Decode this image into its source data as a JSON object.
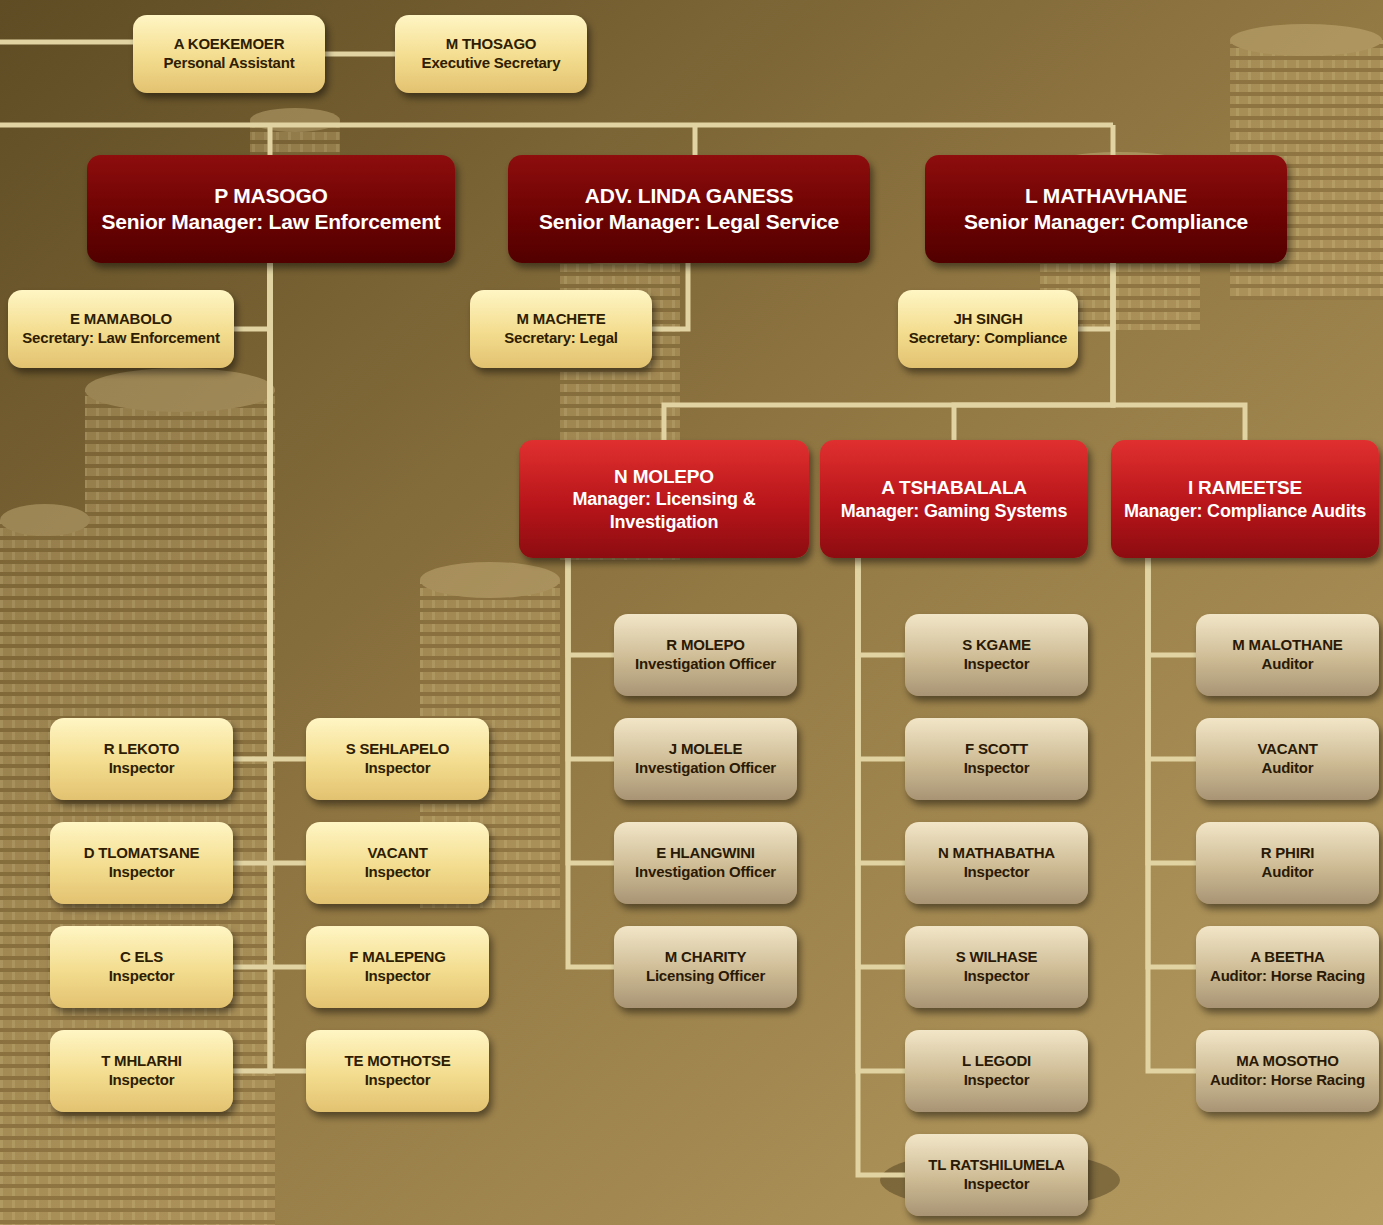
{
  "diagram": {
    "nodes": [
      {
        "text": [
          "A KOEKEMOER",
          "Personal Assistant"
        ]
      },
      {
        "text": [
          "M THOSAGO",
          "Executive Secretary"
        ]
      },
      {
        "text": [
          "P MASOGO",
          "Senior Manager: Law Enforcement"
        ]
      },
      {
        "text": [
          "ADV. LINDA GANESS",
          "Senior Manager: Legal Service"
        ]
      },
      {
        "text": [
          "L MATHAVHANE",
          "Senior Manager: Compliance"
        ]
      },
      {
        "text": [
          "E MAMABOLO",
          "Secretary: Law Enforcement"
        ]
      },
      {
        "text": [
          "M MACHETE",
          "Secretary: Legal"
        ]
      },
      {
        "text": [
          "JH SINGH",
          "Secretary: Compliance"
        ]
      },
      {
        "text": [
          "N MOLEPO",
          "Manager: Licensing & Investigation"
        ]
      },
      {
        "text": [
          "A TSHABALALA",
          "Manager: Gaming Systems"
        ]
      },
      {
        "text": [
          "I RAMEETSE",
          "Manager: Compliance Audits"
        ]
      },
      {
        "text": [
          "R LEKOTO",
          "Inspector"
        ]
      },
      {
        "text": [
          "S SEHLAPELO",
          "Inspector"
        ]
      },
      {
        "text": [
          "D TLOMATSANE",
          "Inspector"
        ]
      },
      {
        "text": [
          "VACANT",
          "Inspector"
        ]
      },
      {
        "text": [
          "C ELS",
          "Inspector"
        ]
      },
      {
        "text": [
          "F MALEPENG",
          "Inspector"
        ]
      },
      {
        "text": [
          "T MHLARHI",
          "Inspector"
        ]
      },
      {
        "text": [
          "TE MOTHOTSE",
          "Inspector"
        ]
      },
      {
        "text": [
          "R MOLEPO",
          "Investigation Officer"
        ]
      },
      {
        "text": [
          "J MOLELE",
          "Investigation Officer"
        ]
      },
      {
        "text": [
          "E HLANGWINI",
          "Investigation Officer"
        ]
      },
      {
        "text": [
          "M CHARITY",
          "Licensing Officer"
        ]
      },
      {
        "text": [
          "S KGAME",
          "Inspector"
        ]
      },
      {
        "text": [
          "F SCOTT",
          "Inspector"
        ]
      },
      {
        "text": [
          "N MATHABATHA",
          "Inspector"
        ]
      },
      {
        "text": [
          "S WILHASE",
          "Inspector"
        ]
      },
      {
        "text": [
          "L LEGODI",
          "Inspector"
        ]
      },
      {
        "text": [
          "TL RATSHILUMELA",
          "Inspector"
        ]
      },
      {
        "text": [
          "M MALOTHANE",
          "Auditor"
        ]
      },
      {
        "text": [
          "VACANT",
          "Auditor"
        ]
      },
      {
        "text": [
          "R PHIRI",
          "Auditor"
        ]
      },
      {
        "text": [
          "A BEETHA",
          "Auditor: Horse Racing"
        ]
      },
      {
        "text": [
          "MA MOSOTHO",
          "Auditor: Horse Racing"
        ]
      }
    ],
    "edges": [
      {
        "from": 0,
        "to": 1,
        "arrow": "none"
      },
      {
        "from": 2,
        "to": 5,
        "arrow": "none"
      },
      {
        "from": 2,
        "to": 11,
        "arrow": "none"
      },
      {
        "from": 2,
        "to": 12,
        "arrow": "none"
      },
      {
        "from": 2,
        "to": 13,
        "arrow": "none"
      },
      {
        "from": 2,
        "to": 14,
        "arrow": "none"
      },
      {
        "from": 2,
        "to": 15,
        "arrow": "none"
      },
      {
        "from": 2,
        "to": 16,
        "arrow": "none"
      },
      {
        "from": 2,
        "to": 17,
        "arrow": "none"
      },
      {
        "from": 2,
        "to": 18,
        "arrow": "none"
      },
      {
        "from": 3,
        "to": 6,
        "arrow": "none"
      },
      {
        "from": 4,
        "to": 7,
        "arrow": "none"
      },
      {
        "from": 4,
        "to": 8,
        "arrow": "none"
      },
      {
        "from": 4,
        "to": 9,
        "arrow": "none"
      },
      {
        "from": 4,
        "to": 10,
        "arrow": "none"
      },
      {
        "from": 8,
        "to": 19,
        "arrow": "none"
      },
      {
        "from": 8,
        "to": 20,
        "arrow": "none"
      },
      {
        "from": 8,
        "to": 21,
        "arrow": "none"
      },
      {
        "from": 8,
        "to": 22,
        "arrow": "none"
      },
      {
        "from": 9,
        "to": 23,
        "arrow": "none"
      },
      {
        "from": 9,
        "to": 24,
        "arrow": "none"
      },
      {
        "from": 9,
        "to": 25,
        "arrow": "none"
      },
      {
        "from": 9,
        "to": 26,
        "arrow": "none"
      },
      {
        "from": 9,
        "to": 27,
        "arrow": "none"
      },
      {
        "from": 9,
        "to": 28,
        "arrow": "none"
      },
      {
        "from": 10,
        "to": 29,
        "arrow": "none"
      },
      {
        "from": 10,
        "to": 30,
        "arrow": "none"
      },
      {
        "from": 10,
        "to": 31,
        "arrow": "none"
      },
      {
        "from": 10,
        "to": 32,
        "arrow": "none"
      },
      {
        "from": 10,
        "to": 33,
        "arrow": "none"
      }
    ]
  }
}
